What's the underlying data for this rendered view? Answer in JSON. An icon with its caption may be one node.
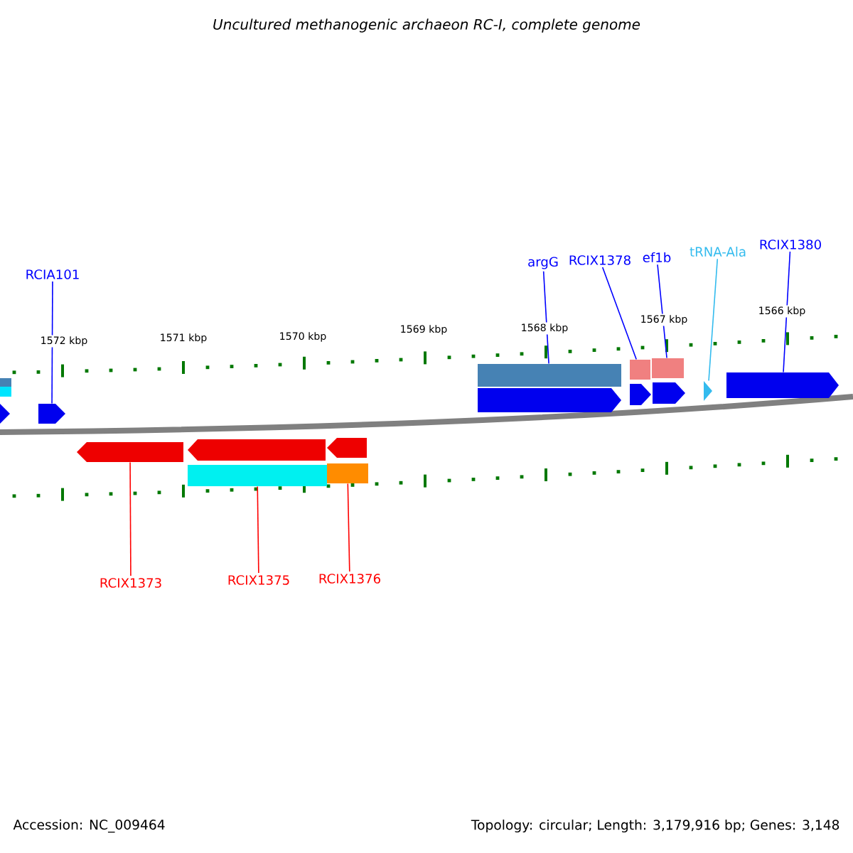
{
  "diagram": {
    "title": "Uncultured methanogenic archaeon RC-I, complete genome",
    "nodes": [
      {
        "text": [
          "RCIA101"
        ]
      },
      {
        "text": [
          "argG"
        ]
      },
      {
        "text": [
          "RCIX1378"
        ]
      },
      {
        "text": [
          "ef1b"
        ]
      },
      {
        "text": [
          "tRNA-Ala"
        ]
      },
      {
        "text": [
          "RCIX1380"
        ]
      },
      {
        "text": [
          "RCIX1373"
        ]
      },
      {
        "text": [
          "RCIX1375"
        ]
      },
      {
        "text": [
          "RCIX1376"
        ]
      },
      {
        "text": [],
        "shape": "bar"
      },
      {
        "text": [],
        "shape": "bar"
      },
      {
        "text": [],
        "shape": "arrow"
      },
      {
        "text": [],
        "shape": "arrow"
      },
      {
        "text": [],
        "shape": "arrow"
      },
      {
        "text": [],
        "shape": "arrow"
      },
      {
        "text": [],
        "shape": "bar"
      },
      {
        "text": [],
        "shape": "arrow"
      },
      {
        "text": [],
        "shape": "bar"
      },
      {
        "text": [],
        "shape": "bar"
      },
      {
        "text": [],
        "shape": "arrow"
      },
      {
        "text": [],
        "shape": "bar"
      },
      {
        "text": [],
        "shape": "arrow"
      },
      {
        "text": [],
        "shape": "bar"
      },
      {
        "text": [],
        "shape": "arrow"
      },
      {
        "text": [],
        "shape": "triangle"
      },
      {
        "text": [],
        "shape": "arrow"
      }
    ],
    "edges": [
      {
        "from": 0,
        "to": 12,
        "arrow": "none"
      },
      {
        "from": 1,
        "to": 18,
        "arrow": "none"
      },
      {
        "from": 2,
        "to": 20,
        "arrow": "none"
      },
      {
        "from": 3,
        "to": 22,
        "arrow": "none"
      },
      {
        "from": 4,
        "to": 24,
        "arrow": "none",
        "color": "#33bbee"
      },
      {
        "from": 5,
        "to": 25,
        "arrow": "none"
      },
      {
        "from": 6,
        "to": 13,
        "arrow": "none",
        "color": "#ff0000"
      },
      {
        "from": 7,
        "to": 15,
        "arrow": "none",
        "color": "#ff0000"
      },
      {
        "from": 8,
        "to": 17,
        "arrow": "none",
        "color": "#ff0000"
      }
    ],
    "labels": [
      "1572 kbp",
      "1571 kbp",
      "1570 kbp",
      "1569 kbp",
      "1568 kbp",
      "1567 kbp",
      "1566 kbp",
      "Accession: NC_009464",
      "Topology: circular; Length: 3,179,916 bp; Genes: 3,148"
    ]
  }
}
